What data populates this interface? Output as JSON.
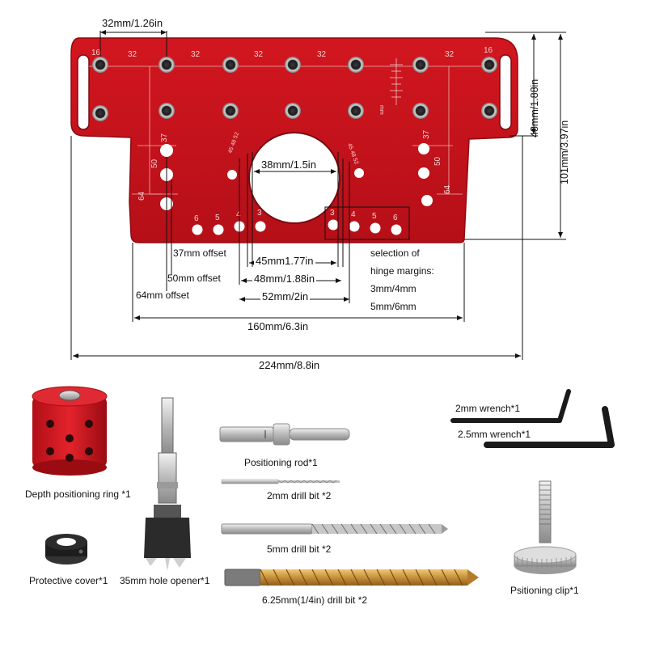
{
  "dimensions": {
    "top_spacing": "32mm/1.26in",
    "height_48": "48mm/1.88in",
    "height_101": "101mm/3.97in",
    "center_hole": "38mm/1.5in",
    "d45": "45mm1.77in",
    "d48": "48mm/1.88in",
    "d52": "52mm/2in",
    "d160": "160mm/6.3in",
    "d224": "224mm/8.8in"
  },
  "offsets": {
    "o37": "37mm offset",
    "o50": "50mm offset",
    "o64": "64mm offset"
  },
  "hinge_margins": {
    "line1": "selection of",
    "line2": "hinge margins:",
    "line3": "3mm/4mm",
    "line4": "5mm/6mm"
  },
  "plate_markings": {
    "spacing_labels": [
      "16",
      "32",
      "32",
      "32",
      "32",
      "32",
      "16"
    ],
    "offset_labels_left": [
      "37",
      "50",
      "64"
    ],
    "offset_labels_right": [
      "37",
      "50",
      "64"
    ],
    "margin_numbers_left": [
      "6",
      "5",
      "4",
      "3"
    ],
    "margin_numbers_right": [
      "3",
      "4",
      "5",
      "6"
    ],
    "tiny_left": [
      "45",
      "48",
      "52"
    ],
    "tiny_right": [
      "45",
      "48",
      "52"
    ],
    "scale_unit": "mm"
  },
  "components": {
    "depth_ring": "Depth positioning ring *1",
    "protective_cover": "Protective cover*1",
    "hole_opener": "35mm hole opener*1",
    "positioning_rod": "Positioning rod*1",
    "bit_2mm": "2mm drill bit *2",
    "bit_5mm": "5mm drill bit *2",
    "bit_625": "6.25mm(1/4in) drill bit *2",
    "wrench_2": "2mm wrench*1",
    "wrench_25": "2.5mm wrench*1",
    "clip": "Psitioning clip*1"
  },
  "colors": {
    "plate": "#c8121c",
    "plate_dark": "#8e0a10",
    "line": "#111111"
  }
}
